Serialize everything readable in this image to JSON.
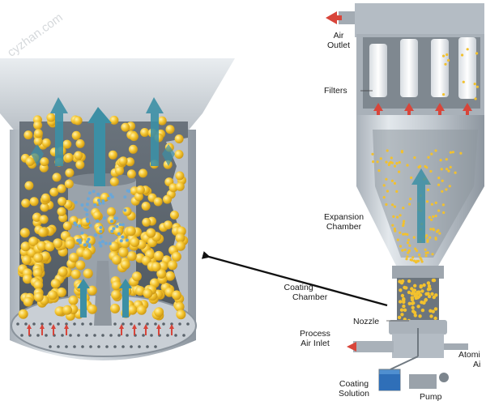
{
  "watermark": "cyzhan.com",
  "labels": {
    "air_outlet": [
      "Air",
      "Outlet"
    ],
    "filters": "Filters",
    "expansion_chamber": [
      "Expansion",
      "Chamber"
    ],
    "coating_chamber": [
      "Coating",
      "Chamber"
    ],
    "nozzle": "Nozzle",
    "process_air_inlet": [
      "Process",
      "Air Inlet"
    ],
    "atomizing_air": [
      "Atomi",
      "Ai"
    ],
    "coating_solution": [
      "Coating",
      "Solution"
    ],
    "pump": "Pump"
  },
  "colors": {
    "vessel_body": "#b9c0c8",
    "vessel_dark": "#8a939c",
    "interior": "#5e6770",
    "particle": "#f2c12e",
    "flow_arrow": "#3c8fa5",
    "air_arrow": "#d8453a"
  }
}
